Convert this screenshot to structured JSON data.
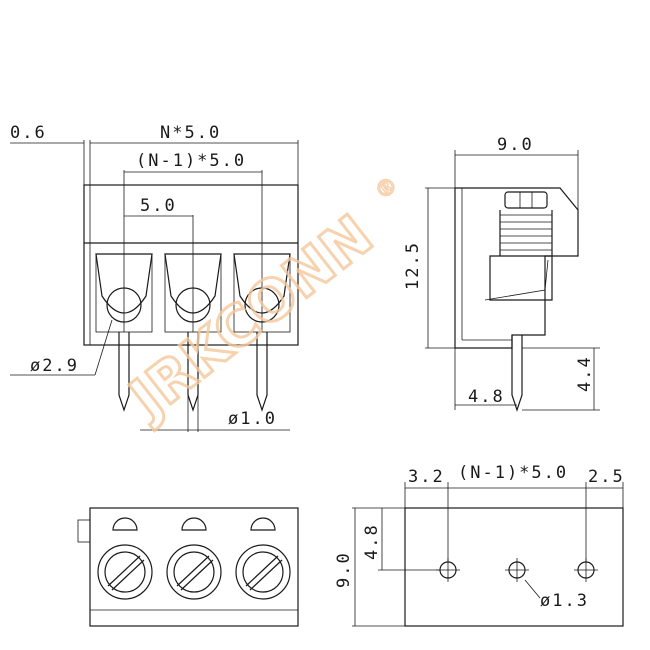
{
  "drawing": {
    "front_view": {
      "dim_wall": "0.6",
      "dim_total": "N*5.0",
      "dim_inner": "(N-1)*5.0",
      "dim_pitch": "5.0",
      "dim_hole_dia": "ø2.9",
      "dim_pin_dia": "ø1.0"
    },
    "side_view": {
      "dim_width": "9.0",
      "dim_height": "12.5",
      "dim_pin_len": "4.4",
      "dim_pin_offset": "4.8"
    },
    "bottom_view": {
      "dim_left": "3.2",
      "dim_inner": "(N-1)*5.0",
      "dim_right": "2.5",
      "dim_height": "9.0",
      "dim_hole_row": "4.8",
      "dim_pcb_hole": "ø1.3"
    },
    "watermark": {
      "brand": "JRKCONN",
      "registered": "®"
    }
  }
}
